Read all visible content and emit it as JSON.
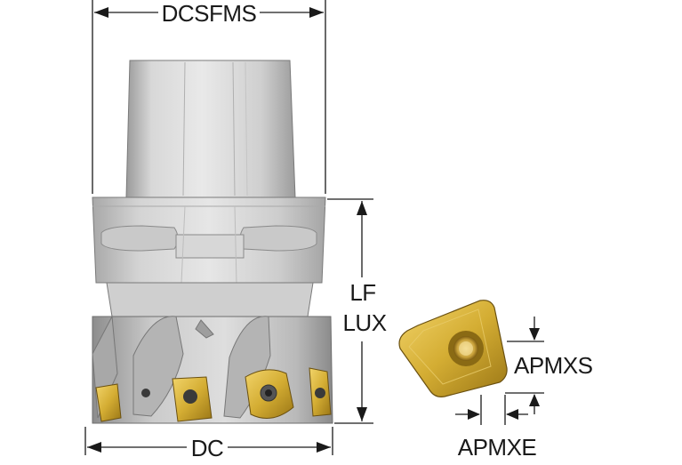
{
  "labels": {
    "dcsfms": "DCSFMS",
    "lf": "LF",
    "lux": "LUX",
    "dc": "DC",
    "apmxs": "APMXS",
    "apmxe": "APMXE"
  },
  "colors": {
    "line": "#1a1a1a",
    "body_light": "#dcdcdc",
    "body_mid": "#bdbdbd",
    "body_dark": "#8e8e8e",
    "insert_gold": "#d9b43a",
    "insert_dark": "#8a6a14"
  }
}
